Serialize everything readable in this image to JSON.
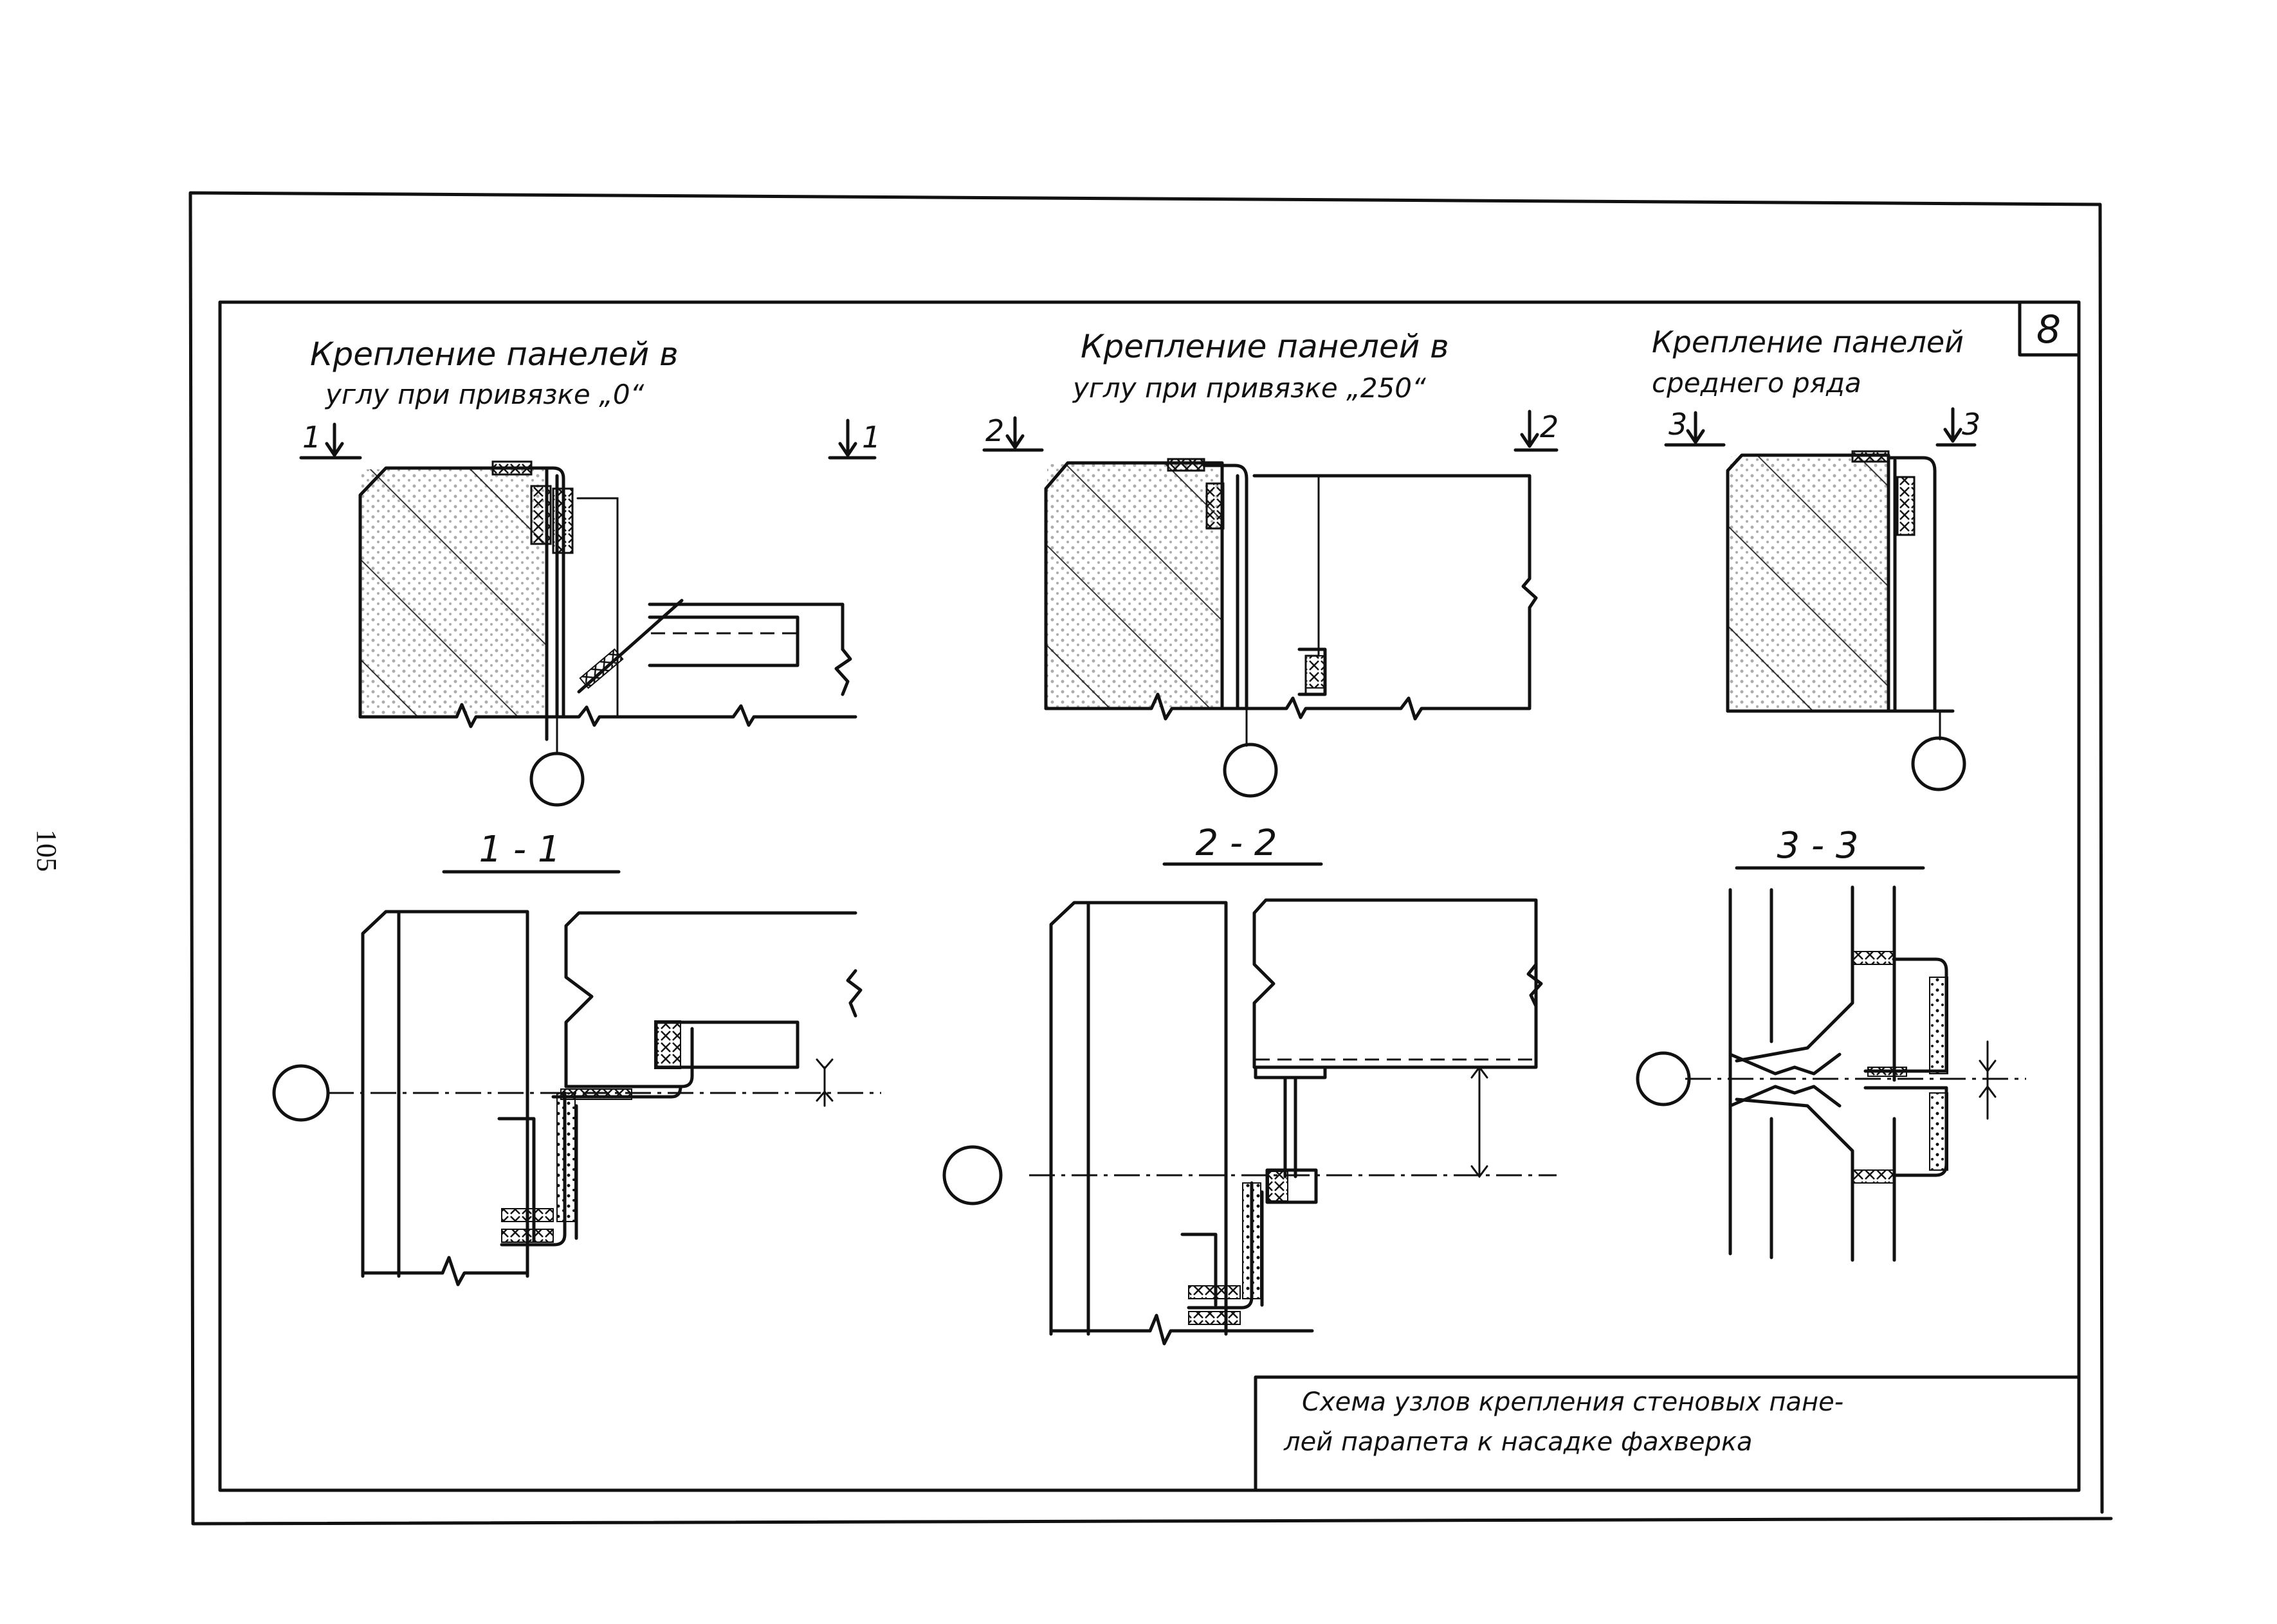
{
  "page_number": "105",
  "sheet_number": "8",
  "headings": {
    "corner_zero": [
      "Крепление панелей в",
      "углу при привязке „0“"
    ],
    "corner_250": [
      "Крепление панелей в",
      "углу при привязке „250“"
    ],
    "middle_row": [
      "Крепление панелей",
      "среднего ряда"
    ]
  },
  "cut_markers": {
    "m1_left": "1",
    "m1_right": "1",
    "m2_left": "2",
    "m2_right": "2",
    "m3_left": "3",
    "m3_right": "3"
  },
  "sections": {
    "s1": "1 - 1",
    "s2": "2 - 2",
    "s3": "3 - 3"
  },
  "title_block": {
    "line1": "Схема узлов крепления стеновых пане-",
    "line2": "лей парапета к насадке фахверка"
  }
}
